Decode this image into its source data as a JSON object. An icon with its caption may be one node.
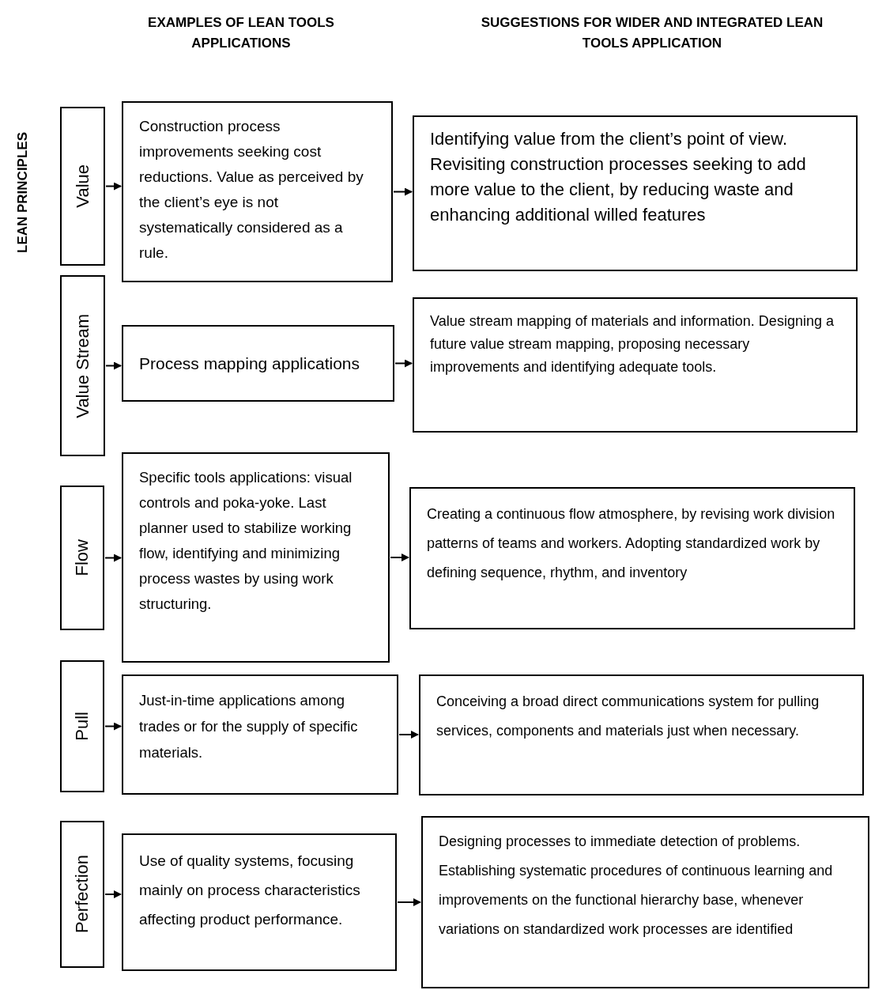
{
  "diagram": {
    "nodes": [
      {
        "text": [
          "Value"
        ]
      },
      {
        "text": [
          "Construction process improvements seeking cost reductions. Value as perceived by the client’s eye is not systematically considered as a rule."
        ]
      },
      {
        "text": [
          "Identifying value from the client’s point of view. Revisiting construction processes seeking to add more value to the client, by reducing waste and enhancing additional willed features"
        ]
      },
      {
        "text": [
          "Value Stream"
        ]
      },
      {
        "text": [
          "Process mapping applications"
        ]
      },
      {
        "text": [
          "Value stream mapping of materials and information. Designing a future value stream mapping, proposing necessary improvements and identifying adequate tools."
        ]
      },
      {
        "text": [
          "Flow"
        ]
      },
      {
        "text": [
          "Specific tools applications: visual controls and poka-yoke. Last planner used to stabilize working flow, identifying and minimizing process wastes by using work structuring."
        ]
      },
      {
        "text": [
          "Creating a continuous flow atmosphere, by revising work division patterns of teams and workers. Adopting standardized work by defining sequence, rhythm, and inventory"
        ]
      },
      {
        "text": [
          "Pull"
        ]
      },
      {
        "text": [
          "Just-in-time applications among trades or for the supply of specific materials."
        ]
      },
      {
        "text": [
          "Conceiving a broad direct communications system for pulling services, components and materials just when necessary."
        ]
      },
      {
        "text": [
          "Perfection"
        ]
      },
      {
        "text": [
          "Use of quality systems, focusing mainly on process characteristics affecting product performance."
        ]
      },
      {
        "text": [
          "Designing processes to immediate detection of problems. Establishing systematic procedures of continuous learning and improvements on the functional hierarchy base, whenever variations on standardized work processes are identified"
        ]
      }
    ],
    "edges": [
      {
        "from": 0,
        "to": 1,
        "arrow": "to"
      },
      {
        "from": 1,
        "to": 2,
        "arrow": "to"
      },
      {
        "from": 3,
        "to": 4,
        "arrow": "to"
      },
      {
        "from": 4,
        "to": 5,
        "arrow": "to"
      },
      {
        "from": 6,
        "to": 7,
        "arrow": "to"
      },
      {
        "from": 7,
        "to": 8,
        "arrow": "to"
      },
      {
        "from": 9,
        "to": 10,
        "arrow": "to"
      },
      {
        "from": 10,
        "to": 11,
        "arrow": "to"
      },
      {
        "from": 12,
        "to": 13,
        "arrow": "to"
      },
      {
        "from": 13,
        "to": 14,
        "arrow": "to"
      }
    ],
    "labels": [
      "EXAMPLES OF LEAN TOOLS APPLICATIONS",
      "SUGGESTIONS FOR WIDER AND INTEGRATED LEAN TOOLS APPLICATION",
      "LEAN PRINCIPLES"
    ]
  }
}
